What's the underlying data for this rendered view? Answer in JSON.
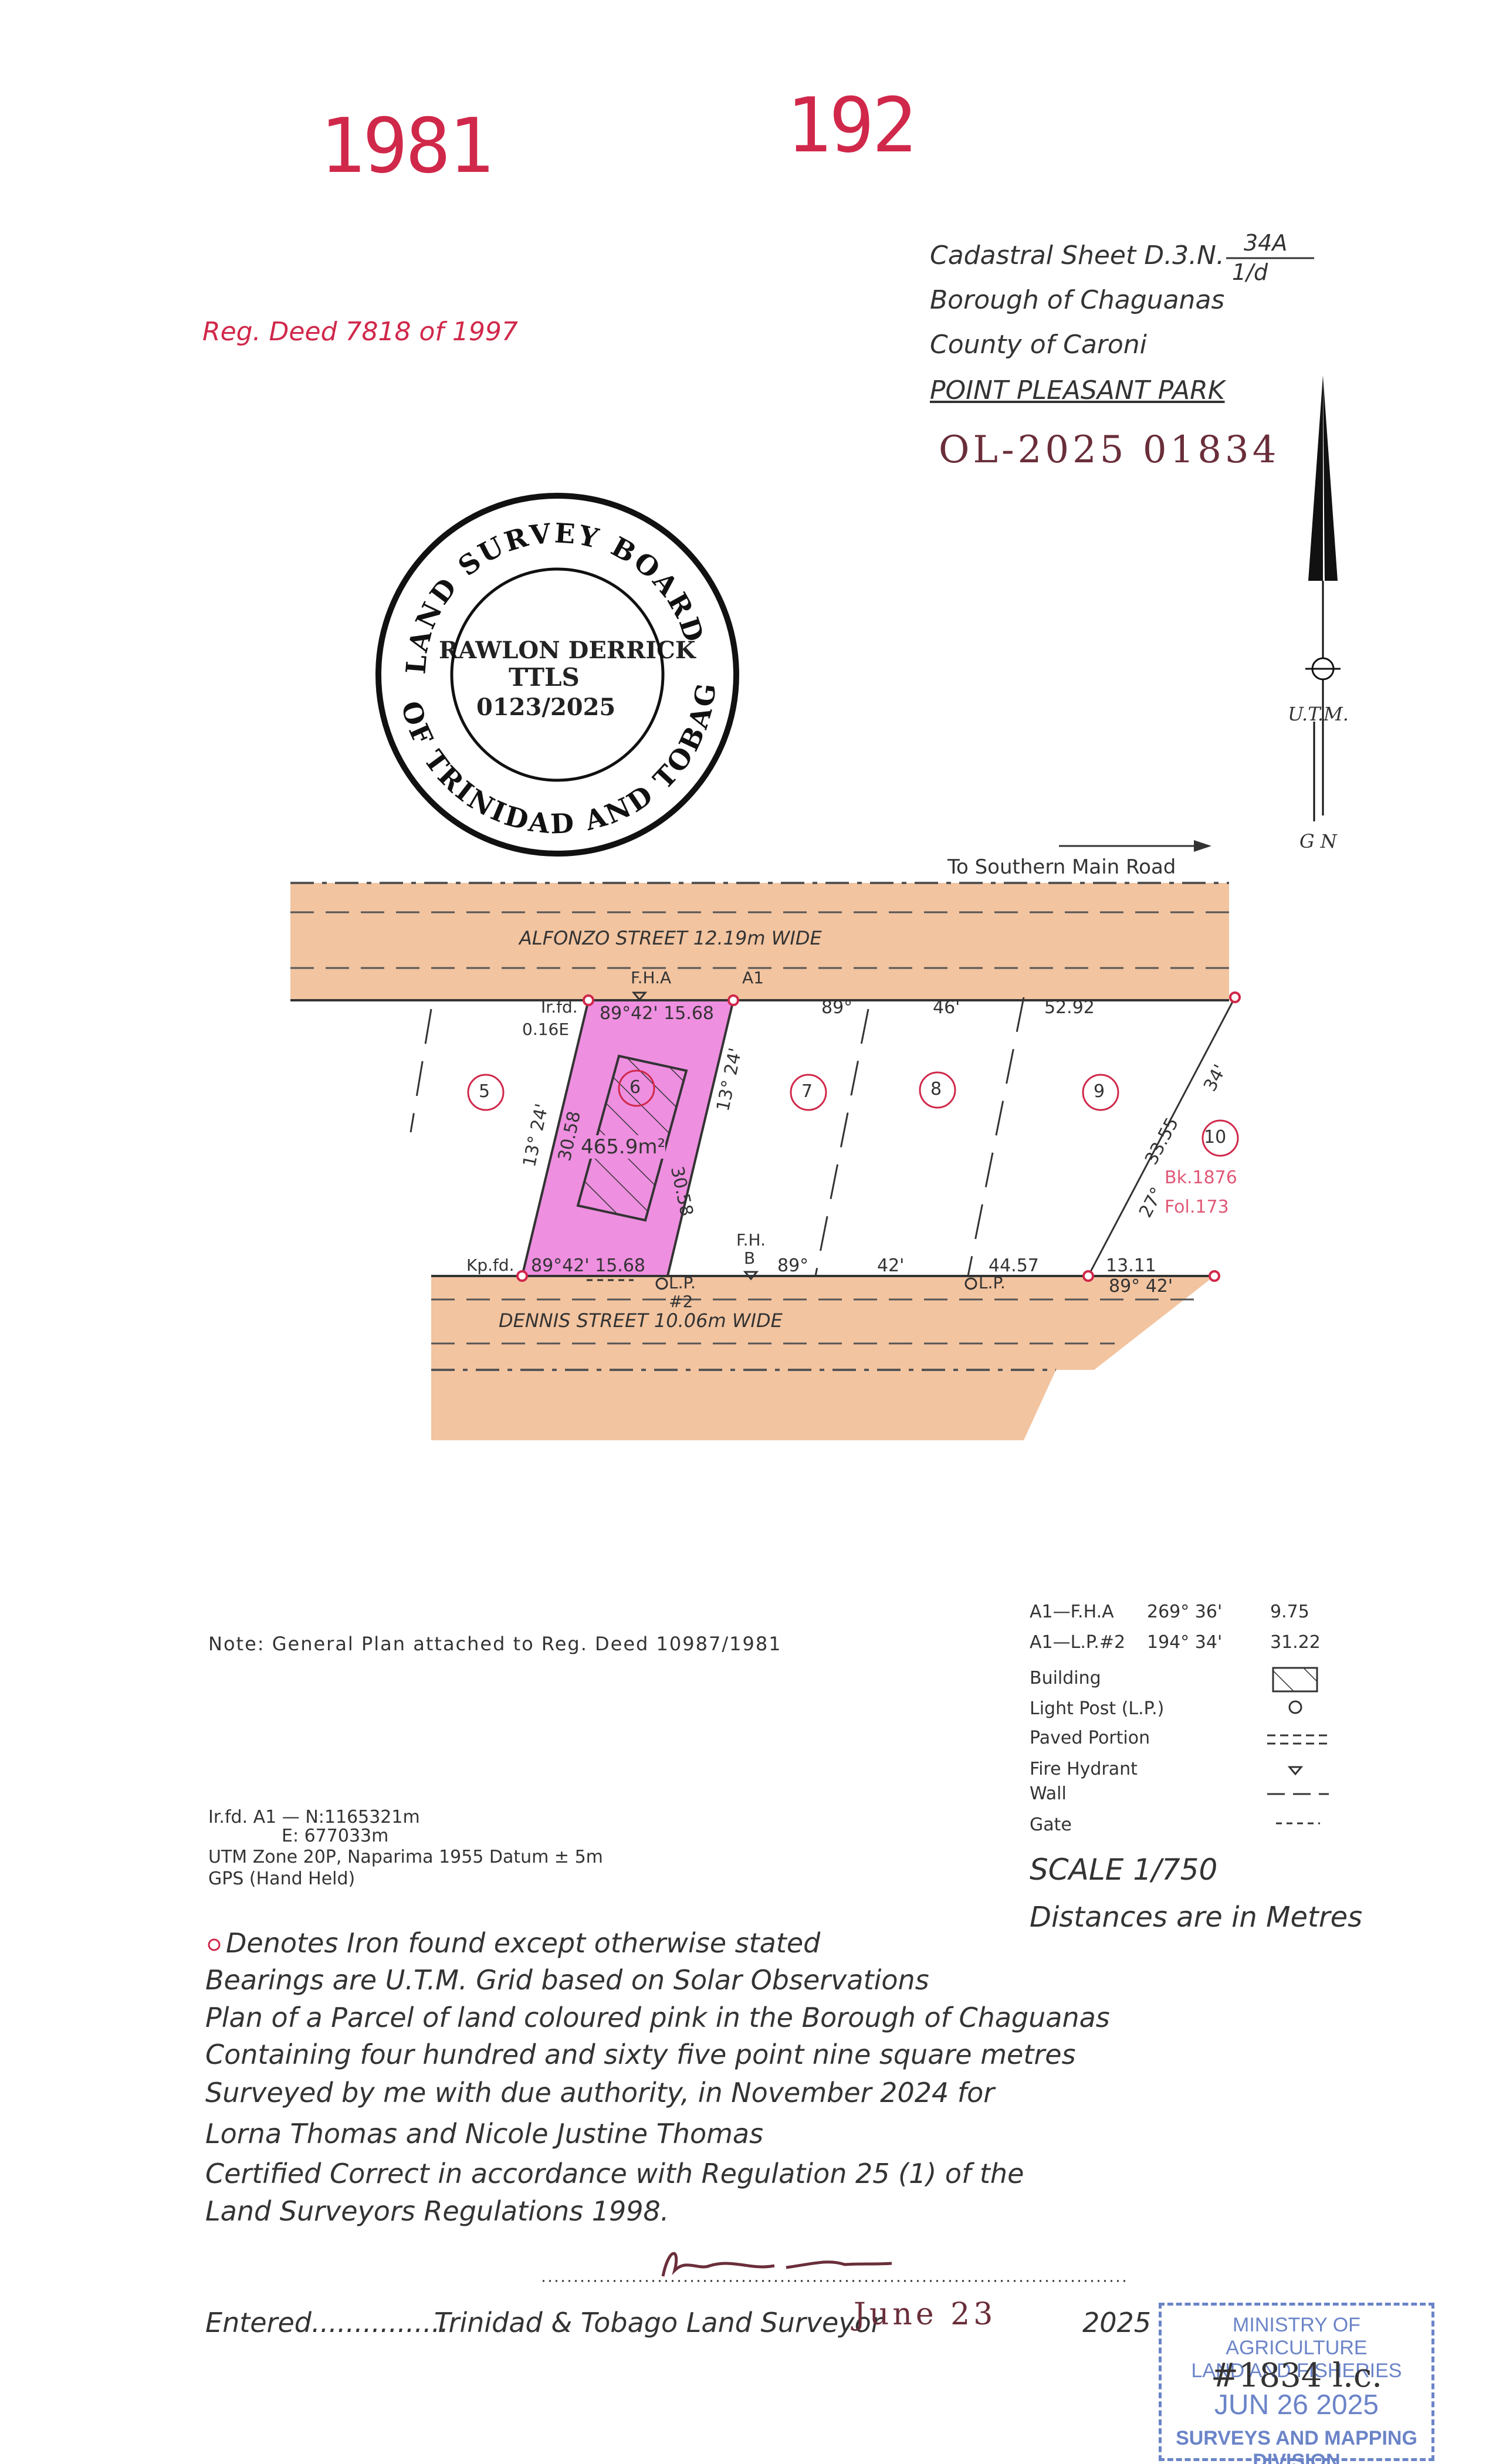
{
  "header": {
    "number_left": "1981",
    "number_right": "192",
    "reg_deed": "Reg. Deed 7818 of 1997",
    "cadastral_sheet": "Cadastral Sheet D.3.N.",
    "sheet_numerator": "34A",
    "sheet_denominator": "1/d",
    "borough": "Borough of Chaguanas",
    "county": "County of Caroni",
    "park": "POINT PLEASANT PARK",
    "file_ref": "OL-2025 01834"
  },
  "seal": {
    "outer_text": "LAND SURVEY BOARD OF TRINIDAD AND TOBAGO",
    "name": "RAWLON DERRICK",
    "title": "TTLS",
    "number": "0123/2025"
  },
  "north": {
    "utm": "U.T.M.",
    "gn": "G N"
  },
  "plan": {
    "to_road": "To Southern Main Road",
    "alfonzo": "ALFONZO   STREET   12.19m   WIDE",
    "dennis": "DENNIS   STREET   10.06m   WIDE",
    "fha": "F.H.A",
    "a1": "A1",
    "irfd": "Ir.fd.",
    "irfd_offset": "0.16E",
    "top_bearing": "89°42'  15.68",
    "bottom_bearing": "89°42'  15.68",
    "kpfd": "Kp.fd.",
    "lp2": "L.P.",
    "lp2_num": "#2",
    "fhb": "F.H.",
    "fhb_b": "B",
    "lp": "L.P.",
    "left_side": "13°  24'",
    "left_len": "30.58",
    "right_len": "30.58",
    "right_side": "13°  24'",
    "area": "465.9m²",
    "top_89": "89°",
    "top_46": "46'",
    "top_5292": "52.92",
    "bot_89": "89°",
    "bot_42": "42'",
    "bot_4457": "44.57",
    "bot_1311": "13.11",
    "bot_89b": "89°  42'",
    "diag_len": "33.55",
    "diag_34": "34'",
    "diag_27": "27°",
    "bk": "Bk.1876",
    "fol": "Fol.173",
    "lots": [
      "5",
      "6",
      "7",
      "8",
      "9",
      "10"
    ]
  },
  "notes": {
    "general_plan": "Note: General Plan attached to Reg. Deed 10987/1981",
    "irfd_coords_1": "Ir.fd. A1 — N:1165321m",
    "irfd_coords_2": "E: 677033m",
    "utm_zone": "UTM Zone 20P, Naparima 1955 Datum ± 5m",
    "gps": "GPS (Hand Held)"
  },
  "legend": {
    "a1_fha": "A1—F.H.A",
    "a1_fha_bearing": "269°  36'",
    "a1_fha_dist": "9.75",
    "a1_lp2": "A1—L.P.#2",
    "a1_lp2_bearing": "194°  34'",
    "a1_lp2_dist": "31.22",
    "building": "Building",
    "light_post": "Light Post (L.P.)",
    "paved": "Paved Portion",
    "hydrant": "Fire Hydrant",
    "wall": "Wall",
    "gate": "Gate",
    "scale": "SCALE    1/750",
    "distances": "Distances are in Metres"
  },
  "certificate": {
    "line1": "Denotes Iron found except otherwise stated",
    "line2": "Bearings are U.T.M. Grid based on Solar Observations",
    "line3": "Plan of a Parcel of land coloured pink in the Borough of Chaguanas",
    "line4": "Containing four hundred and sixty five point nine square metres",
    "line5": "Surveyed by me with due authority, in November 2024 for",
    "line6": "Lorna Thomas and Nicole Justine Thomas",
    "line7": "Certified Correct in accordance with Regulation 25 (1) of the",
    "line8": "Land Surveyors Regulations 1998.",
    "entered": "Entered................",
    "surveyor": "Trinidad & Tobago Land Surveyor",
    "date_hand": "June 23",
    "year": "2025"
  },
  "ministry_stamp": {
    "line1": "MINISTRY OF AGRICULTURE",
    "line2": "LAND AND FISHERIES",
    "hand": "#1834 l.c.",
    "date": "JUN 26 2025",
    "line4": "SURVEYS AND MAPPING",
    "line5": "DIVISION"
  },
  "colors": {
    "street": "#f2c4a0",
    "parcel": "#ee8fe0",
    "red_ink": "#d0284a"
  }
}
